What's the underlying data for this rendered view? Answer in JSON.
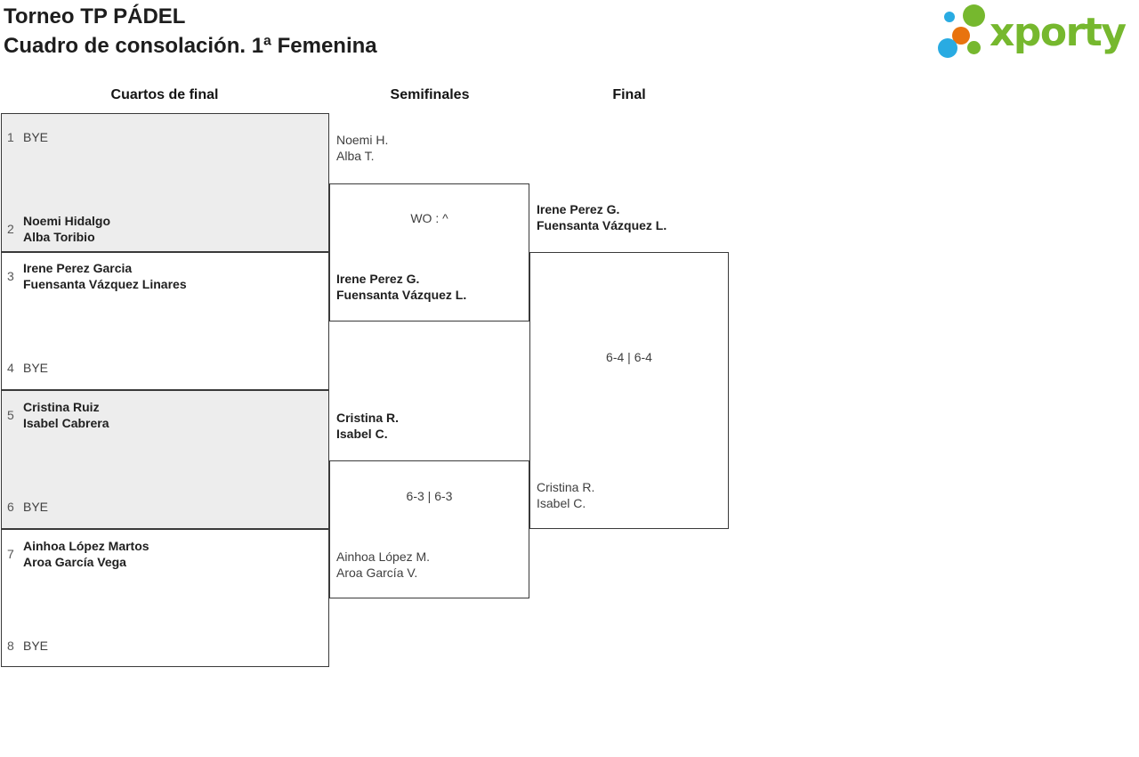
{
  "title": {
    "line1": "Torneo TP PÁDEL",
    "line2": "Cuadro de consolación. 1ª Femenina"
  },
  "logo": {
    "brand": "xporty",
    "colors": {
      "green": "#76b82e",
      "blue": "#29abe2",
      "orange": "#e8730e"
    }
  },
  "rounds": {
    "quarterfinals": "Cuartos de final",
    "semifinals": "Semifinales",
    "final": "Final"
  },
  "bracket": {
    "quarterfinals": [
      {
        "top": {
          "seed": "1",
          "lines": [
            "BYE"
          ],
          "winner": false
        },
        "bottom": {
          "seed": "2",
          "lines": [
            "Noemi Hidalgo",
            "Alba Toribio"
          ],
          "winner": true
        },
        "score": ""
      },
      {
        "top": {
          "seed": "3",
          "lines": [
            "Irene Perez Garcia",
            "Fuensanta Vázquez Linares"
          ],
          "winner": true
        },
        "bottom": {
          "seed": "4",
          "lines": [
            "BYE"
          ],
          "winner": false
        },
        "score": ""
      },
      {
        "top": {
          "seed": "5",
          "lines": [
            "Cristina Ruiz",
            "Isabel Cabrera"
          ],
          "winner": true
        },
        "bottom": {
          "seed": "6",
          "lines": [
            "BYE"
          ],
          "winner": false
        },
        "score": ""
      },
      {
        "top": {
          "seed": "7",
          "lines": [
            "Ainhoa López Martos",
            "Aroa García Vega"
          ],
          "winner": true
        },
        "bottom": {
          "seed": "8",
          "lines": [
            "BYE"
          ],
          "winner": false
        },
        "score": ""
      }
    ],
    "semifinals": [
      {
        "top": {
          "lines": [
            "Noemi H.",
            "Alba T."
          ],
          "winner": false
        },
        "bottom": {
          "lines": [
            "Irene Perez G.",
            "Fuensanta Vázquez L."
          ],
          "winner": true
        },
        "score": "WO : ^"
      },
      {
        "top": {
          "lines": [
            "Cristina R.",
            "Isabel C."
          ],
          "winner": true
        },
        "bottom": {
          "lines": [
            "Ainhoa López M.",
            "Aroa García V."
          ],
          "winner": false
        },
        "score": "6-3 | 6-3"
      }
    ],
    "final": {
      "top": {
        "lines": [
          "Irene Perez G.",
          "Fuensanta Vázquez L."
        ],
        "winner": true
      },
      "bottom": {
        "lines": [
          "Cristina R.",
          "Isabel C."
        ],
        "winner": false
      },
      "score": "6-4 | 6-4"
    }
  }
}
